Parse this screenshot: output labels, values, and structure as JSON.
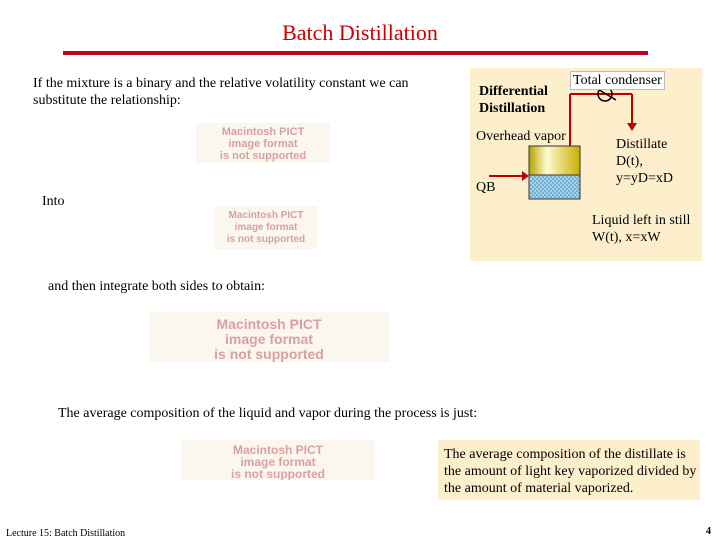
{
  "title": "Batch Distillation",
  "intro_text": "If the mixture is a binary and the relative volatility constant we can substitute the relationship:",
  "into_text": "Into",
  "integrate_text": "and then integrate both sides to obtain:",
  "average_text": "The average composition of the liquid and vapor during the process is just:",
  "distillate_avg_text": "The average composition of the distillate is the amount of light key vaporized divided by the amount of material vaporized.",
  "pict_placeholder": [
    "Macintosh PICT",
    "image format",
    "is not supported"
  ],
  "diagram": {
    "heading_line1": "Differential",
    "heading_line2": "Distillation",
    "total_condenser": "Total condenser",
    "overhead_vapor": "Overhead vapor",
    "distillate_line1": "Distillate",
    "distillate_line2": "D(t), y=yD=xD",
    "qb": "QB",
    "liquid_line1": "Liquid left in still",
    "liquid_line2": "W(t), x=xW"
  },
  "footer": "Lecture 15: Batch Distillation",
  "page_number": "4"
}
